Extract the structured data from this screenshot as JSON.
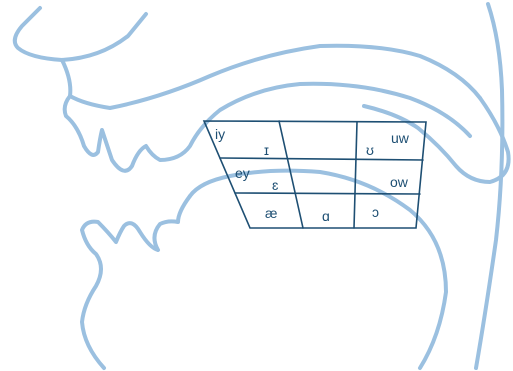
{
  "colors": {
    "outline": "#9bc0e0",
    "grid": "#1e4f73",
    "text": "#1e4f73",
    "background": "#ffffff"
  },
  "vowels": {
    "iy": "iy",
    "ih": "ɪ",
    "ey": "ey",
    "eh": "ɛ",
    "ae": "æ",
    "aa": "ɑ",
    "uw": "uw",
    "uh": "ʊ",
    "ow": "ow",
    "ao": "ɔ"
  }
}
